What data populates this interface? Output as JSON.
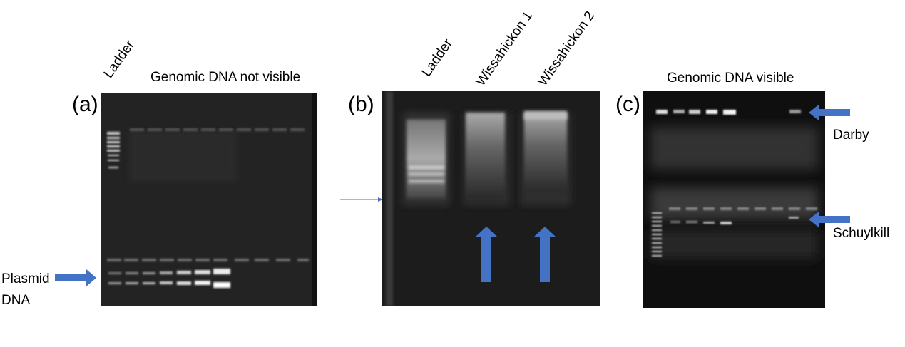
{
  "panels": [
    {
      "letter": "(a)",
      "lane_labels": [
        "Ladder"
      ],
      "caption": "Genomic DNA not visible",
      "side_labels": [
        "Plasmid",
        "DNA"
      ]
    },
    {
      "letter": "(b)",
      "lane_labels": [
        "Ladder",
        "Wissahickon 1",
        "Wissahickon 2"
      ]
    },
    {
      "letter": "(c)",
      "caption": "Genomic DNA visible",
      "side_labels": [
        "Darby",
        "Schuylkill"
      ]
    }
  ],
  "colors": {
    "arrow": "#4472C4",
    "gel_background": "#1b1b1b",
    "band": "#f0f0f0"
  },
  "icons": [
    "arrow-right-icon",
    "arrow-up-icon",
    "arrow-left-icon"
  ]
}
